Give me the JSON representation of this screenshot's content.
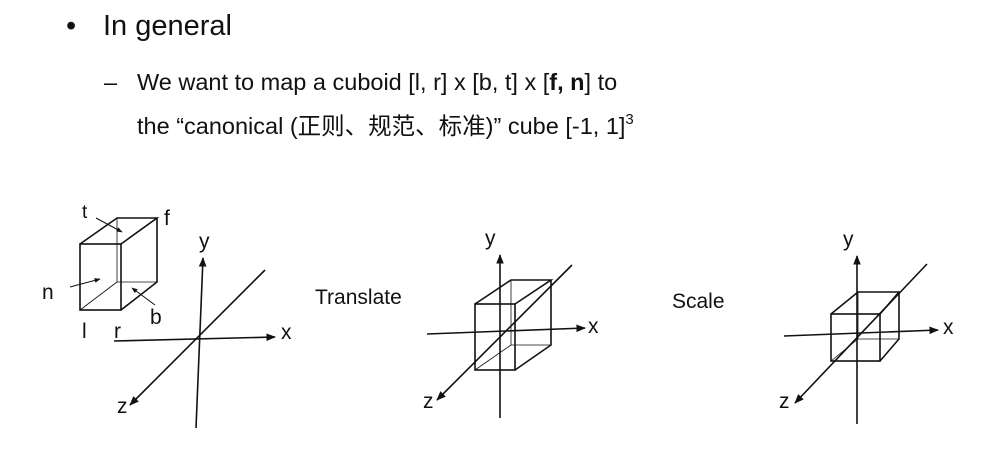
{
  "bullet": {
    "marker": "•",
    "text": "In general"
  },
  "sub": {
    "marker": "–",
    "line1_pre": "We want to map a cuboid [l, r] x [b, t] x [",
    "line1_bold": "f, n",
    "line1_post": "] to",
    "line2_pre": "the “canonical (正则、规范、标准)” cube [-1, 1]",
    "line2_sup": "3"
  },
  "diagram": {
    "labels": {
      "t": "t",
      "f": "f",
      "n": "n",
      "b": "b",
      "l": "l",
      "r": "r",
      "x": "x",
      "y": "y",
      "z": "z"
    },
    "steps": {
      "translate": "Translate",
      "scale": "Scale"
    }
  }
}
